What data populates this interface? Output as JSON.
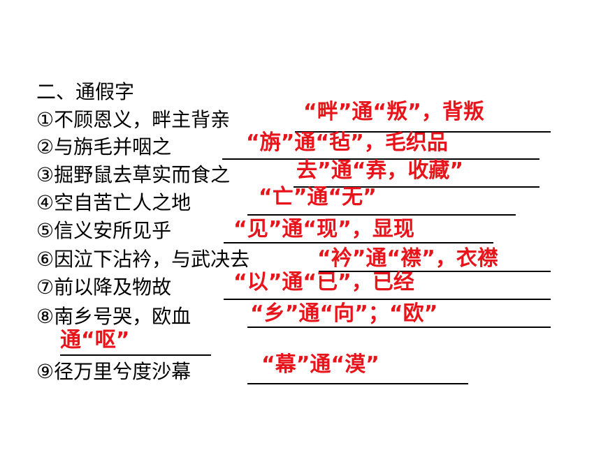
{
  "section_title": "二、通假字",
  "items": [
    {
      "question": "①不顾恩义，畔主背亲",
      "answer": "“畔”通“叛”，背叛"
    },
    {
      "question": "②与旃毛并咽之",
      "answer": "“旃”通“毡”，毛织品"
    },
    {
      "question": "③掘野鼠去草实而食之",
      "answer": "去”通“弆，收藏”"
    },
    {
      "question": "④空自苦亡人之地",
      "answer": "“亡”通“无”"
    },
    {
      "question": "⑤信义安所见乎",
      "answer": "“见”通“现”，显现"
    },
    {
      "question": "⑥因泣下沾衿，与武决去",
      "answer": "“衿”通“襟”，衣襟"
    },
    {
      "question": "⑦前以降及物故",
      "answer": "“以”通“已”，已经"
    },
    {
      "question": "⑧南乡号哭，欧血",
      "answer": "“乡”通“向”；“欧”",
      "answer_cont": "通“呕”"
    },
    {
      "question": "⑨径万里兮度沙幕",
      "answer": "“幕”通“漠”"
    }
  ],
  "colors": {
    "answer": "#e8141b",
    "text": "#000000"
  }
}
